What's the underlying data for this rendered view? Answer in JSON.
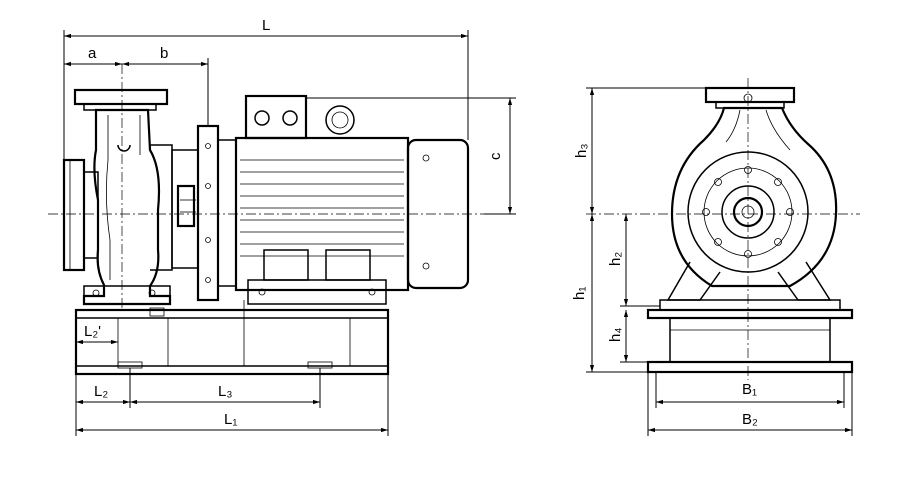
{
  "side_view": {
    "dimensions": {
      "L": "L",
      "a": "a",
      "b": "b",
      "c": "c",
      "L1": "L₁",
      "L2": "L₂",
      "L2p": "L₂'",
      "L3": "L₃"
    }
  },
  "front_view": {
    "dimensions": {
      "h1": "h₁",
      "h2": "h₂",
      "h3": "h₃",
      "h4": "h₄",
      "B1": "B₁",
      "B2": "B₂"
    }
  }
}
